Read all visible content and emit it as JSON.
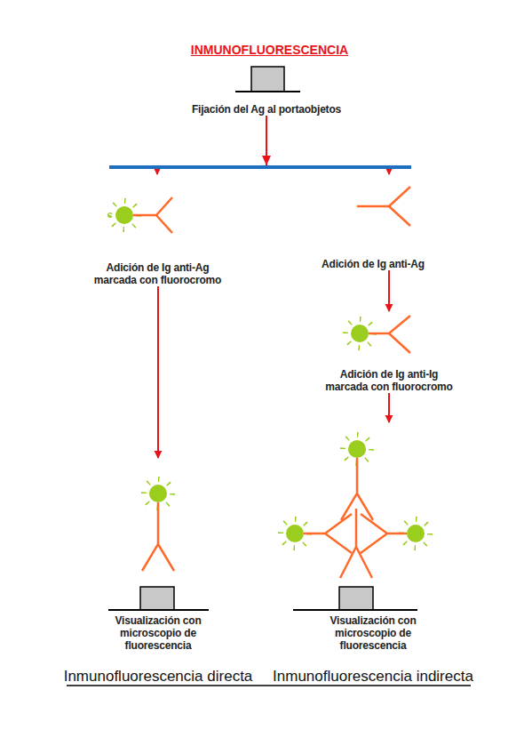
{
  "diagram": {
    "title": "INMUNOFLUORESCENCIA",
    "nodes": [
      {
        "text": [
          "Fijación del Ag al portaobjetos"
        ]
      },
      {
        "text": [
          "Adición de Ig anti-Ag marcada con fluorocromo"
        ]
      },
      {
        "text": [
          "Adición de Ig anti-Ag"
        ]
      },
      {
        "text": [
          "Adición de Ig anti-Ig marcada con fluorocromo"
        ]
      },
      {
        "text": [
          "Visualización con microscopio de fluorescencia",
          "Inmunofluorescencia directa"
        ]
      },
      {
        "text": [
          "Visualización con microscopio de fluorescencia",
          "Inmunofluorescencia indirecta"
        ]
      }
    ],
    "edges": [
      {
        "from": 0,
        "to": 1,
        "arrow": "to"
      },
      {
        "from": 0,
        "to": 2,
        "arrow": "to"
      },
      {
        "from": 1,
        "to": 4,
        "arrow": "to"
      },
      {
        "from": 2,
        "to": 3,
        "arrow": "to"
      },
      {
        "from": 3,
        "to": 5,
        "arrow": "to"
      }
    ]
  }
}
